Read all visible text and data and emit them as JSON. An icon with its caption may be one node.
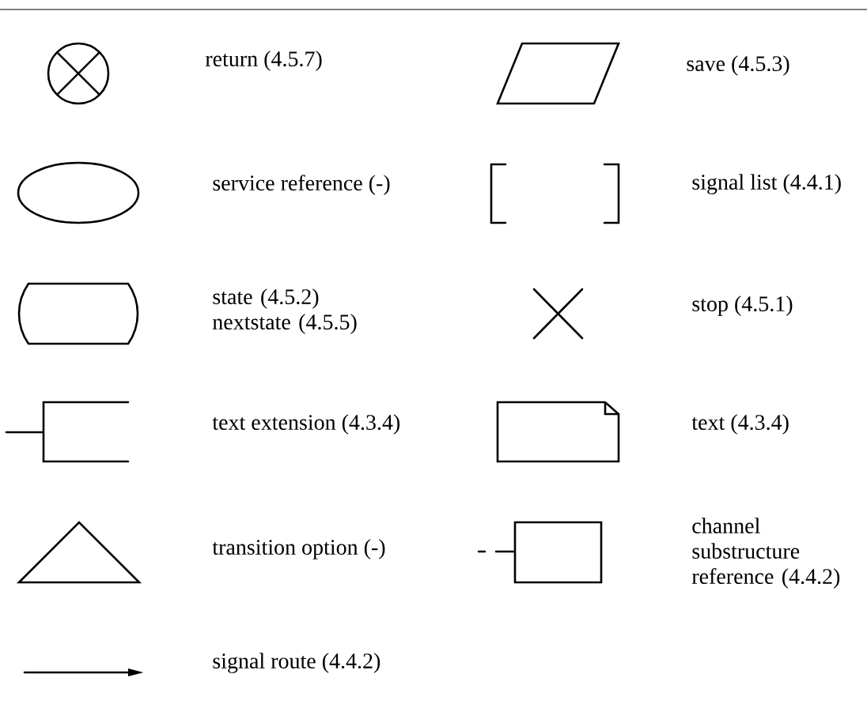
{
  "diagram": {
    "nodes": [
      {
        "text": [],
        "shape": "circle"
      },
      {
        "text": [],
        "shape": "parallelogram"
      },
      {
        "text": [],
        "shape": "ellipse"
      },
      {
        "text": [],
        "shape": "brackets"
      },
      {
        "text": [],
        "shape": "barrel"
      },
      {
        "text": [],
        "shape": "cross"
      },
      {
        "text": [],
        "shape": "bracket"
      },
      {
        "text": [],
        "shape": "note"
      },
      {
        "text": [],
        "shape": "triangle"
      },
      {
        "text": [],
        "shape": "box"
      }
    ],
    "labels": [
      "return (4.5.7)",
      "save (4.5.3)",
      "service reference (-)",
      "signal list (4.4.1)",
      "state (4.5.2) nextstate (4.5.5)",
      "stop (4.5.1)",
      "text extension (4.3.4)",
      "text (4.3.4)",
      "transition option (-)",
      "channel substructure reference (4.4.2)"
    ],
    "legend": [
      {
        "text": "signal route (4.4.2)"
      }
    ]
  }
}
